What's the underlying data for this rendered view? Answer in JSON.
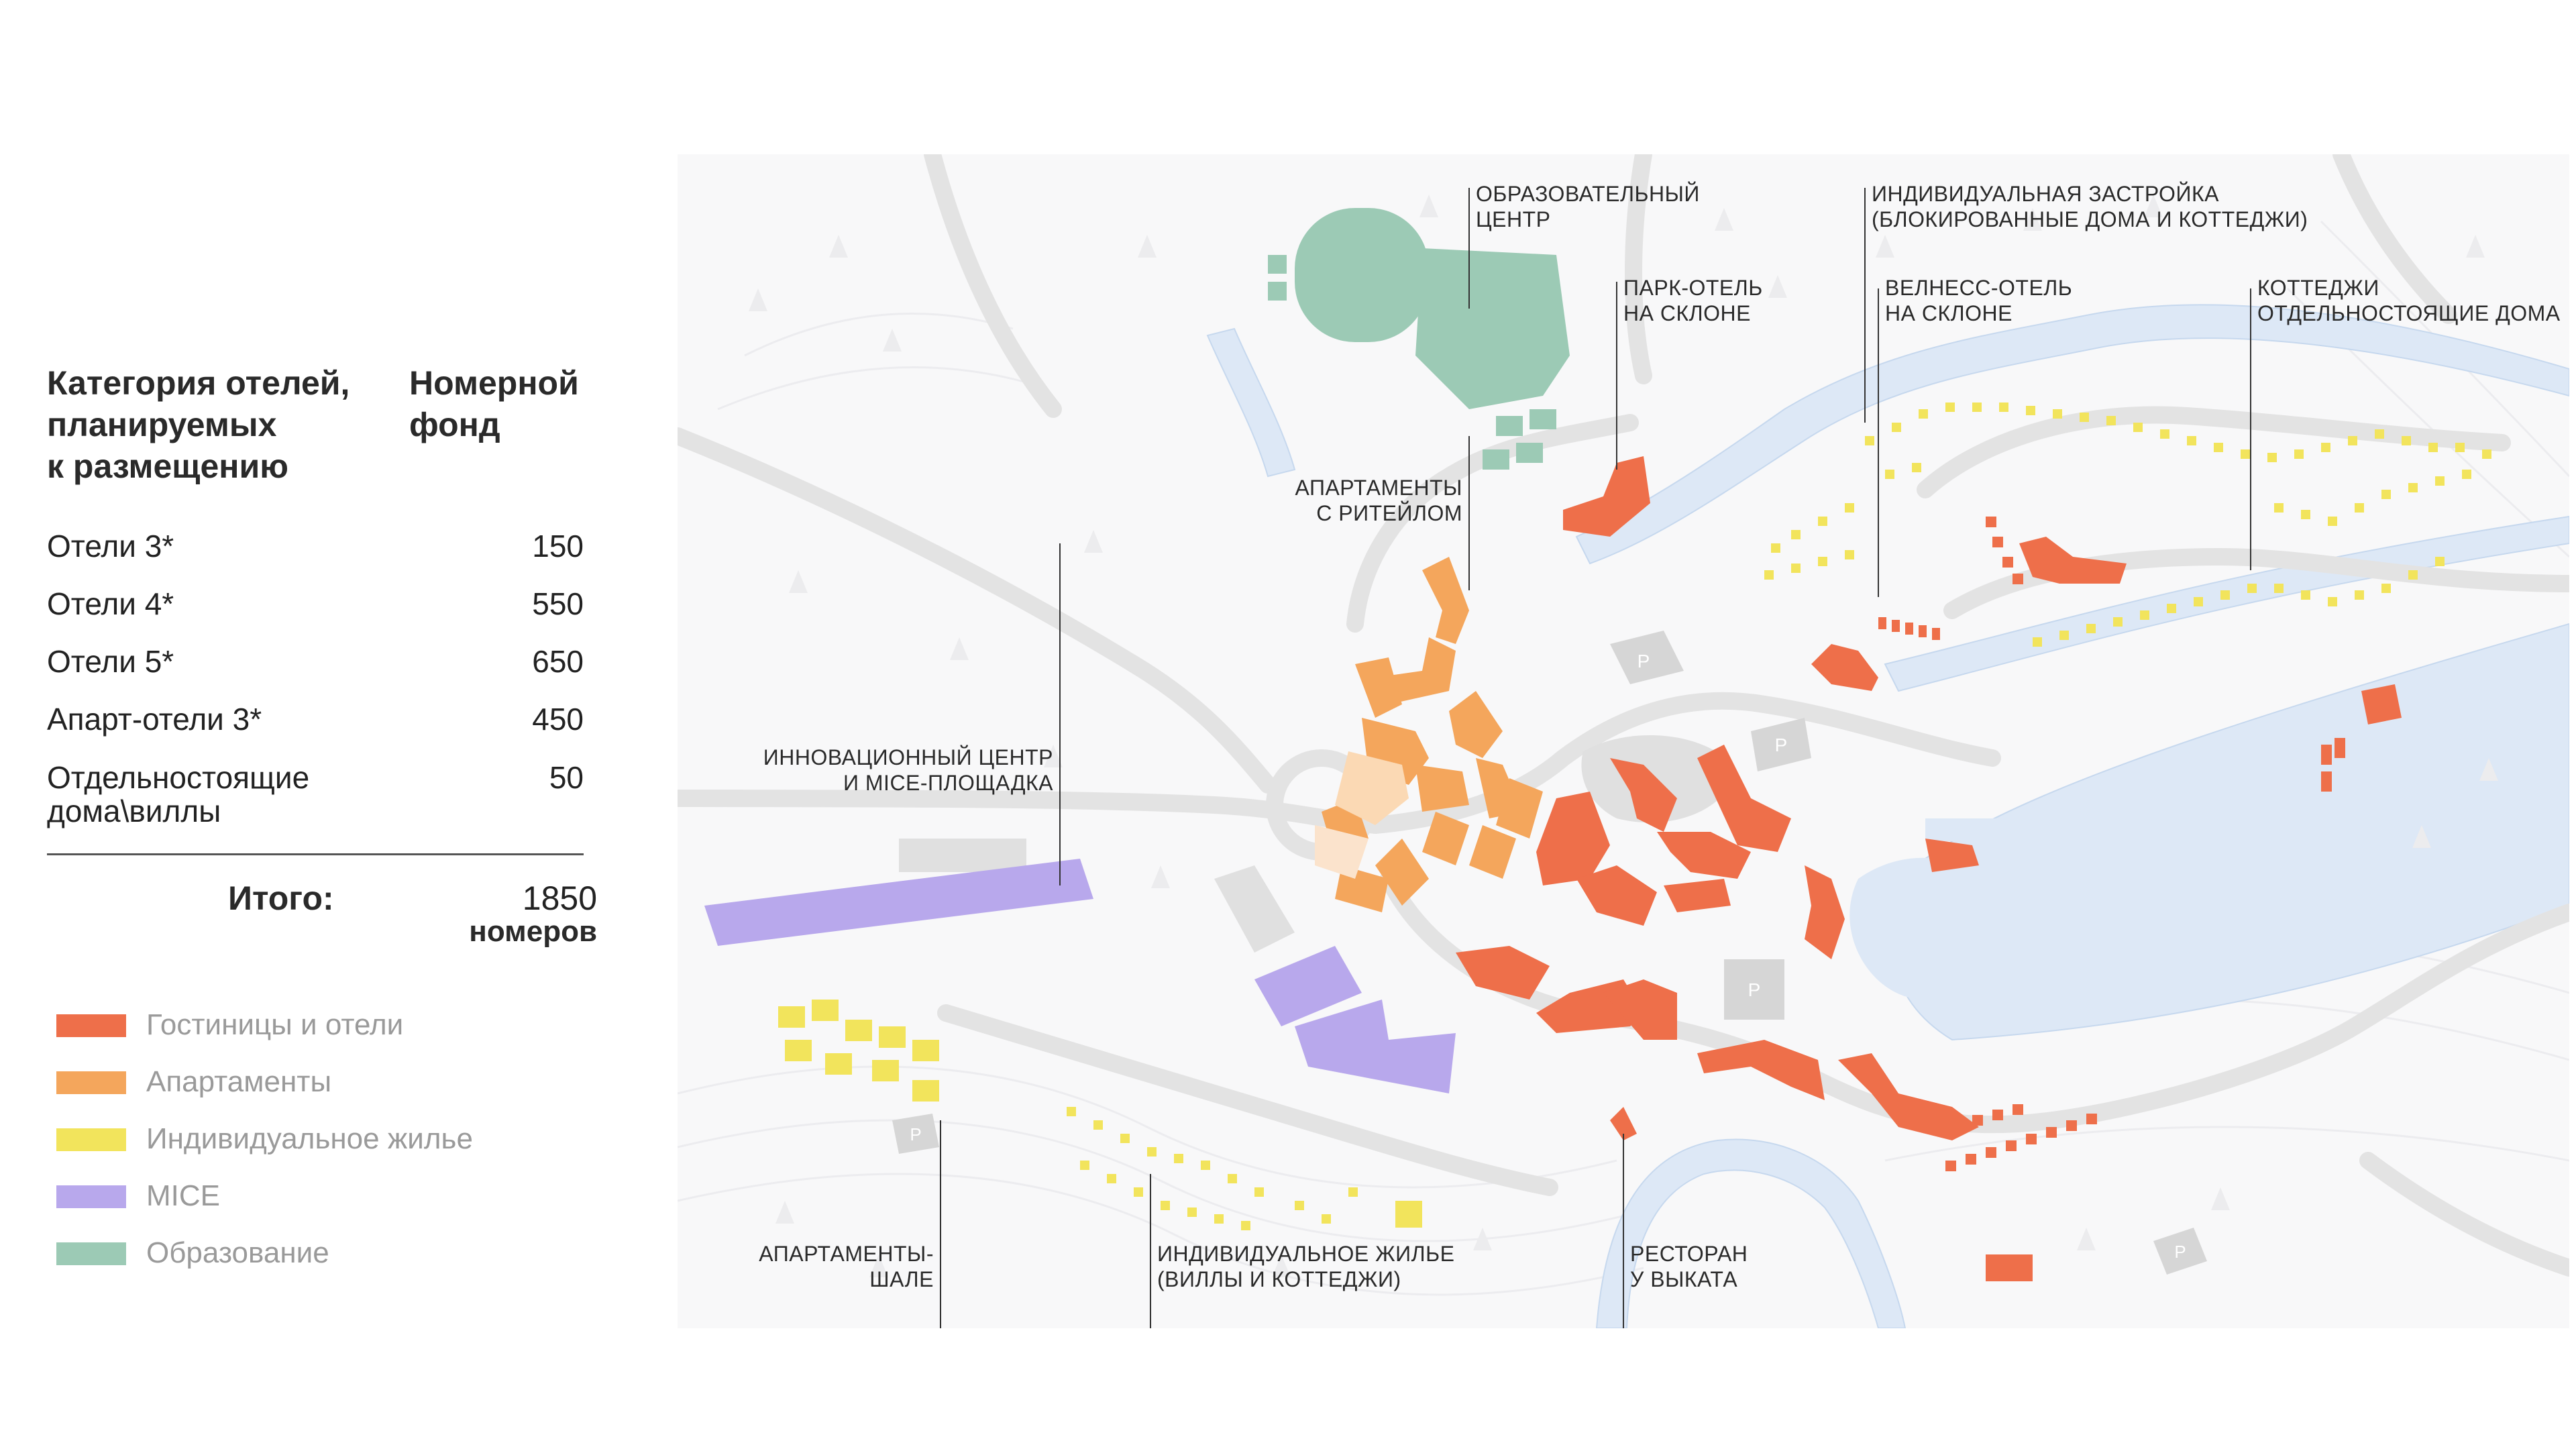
{
  "table": {
    "header_category": "Категория отелей, планируемых к размещению",
    "header_category_lines": [
      "Категория отелей,",
      "планируемых",
      "к размещению"
    ],
    "header_fund_lines": [
      "Номерной",
      "фонд"
    ],
    "rows": [
      {
        "label": "Отели 3*",
        "value": "150"
      },
      {
        "label": "Отели 4*",
        "value": "550"
      },
      {
        "label": "Отели 5*",
        "value": "650"
      },
      {
        "label": "Апарт-отели 3*",
        "value": "450"
      },
      {
        "label_lines": [
          "Отдельностоящие",
          "дома\\виллы"
        ],
        "value": "50"
      }
    ],
    "total_label": "Итого:",
    "total_value": "1850",
    "total_unit": "номеров"
  },
  "legend": [
    {
      "label": "Гостиницы и отели",
      "color": "#ee6f4a"
    },
    {
      "label": "Апартаменты",
      "color": "#f4a65c"
    },
    {
      "label": "Индивидуальное жилье",
      "color": "#f2e45c"
    },
    {
      "label": "MICE",
      "color": "#b8a8ec"
    },
    {
      "label": "Образование",
      "color": "#9ccab5"
    }
  ],
  "map_labels": {
    "education": [
      "ОБРАЗОВАТЕЛЬНЫЙ",
      "ЦЕНТР"
    ],
    "park_hotel": [
      "ПАРК-ОТЕЛЬ",
      "НА СКЛОНЕ"
    ],
    "individual_block": [
      "ИНДИВИДУАЛЬНАЯ ЗАСТРОЙКА",
      "(БЛОКИРОВАННЫЕ ДОМА И КОТТЕДЖИ)"
    ],
    "wellness": [
      "ВЕЛНЕСС-ОТЕЛЬ",
      "НА СКЛОНЕ"
    ],
    "cottages": [
      "КОТТЕДЖИ",
      "ОТДЕЛЬНОСТОЯЩИЕ ДОМА"
    ],
    "apartments_retail": [
      "АПАРТАМЕНТЫ",
      "С РИТЕЙЛОМ"
    ],
    "innovation": [
      "ИННОВАЦИОННЫЙ ЦЕНТР",
      "И MICE-ПЛОЩАДКА"
    ],
    "chalet": [
      "АПАРТАМЕНТЫ-",
      "ШАЛЕ"
    ],
    "villas": [
      "ИНДИВИДУАЛЬНОЕ ЖИЛЬЕ",
      "(ВИЛЛЫ И КОТТЕДЖИ)"
    ],
    "restaurant": [
      "РЕСТОРАН",
      "У ВЫКАТА"
    ]
  },
  "parking_label": "P",
  "colors": {
    "hotel": "#ee6f4a",
    "apartments": "#f4a65c",
    "individual": "#f2e45c",
    "mice": "#b8a8ec",
    "education": "#9ccab5",
    "water": "#dbe7f5",
    "road": "#e2e2e2",
    "parking": "#d9d9d9"
  }
}
